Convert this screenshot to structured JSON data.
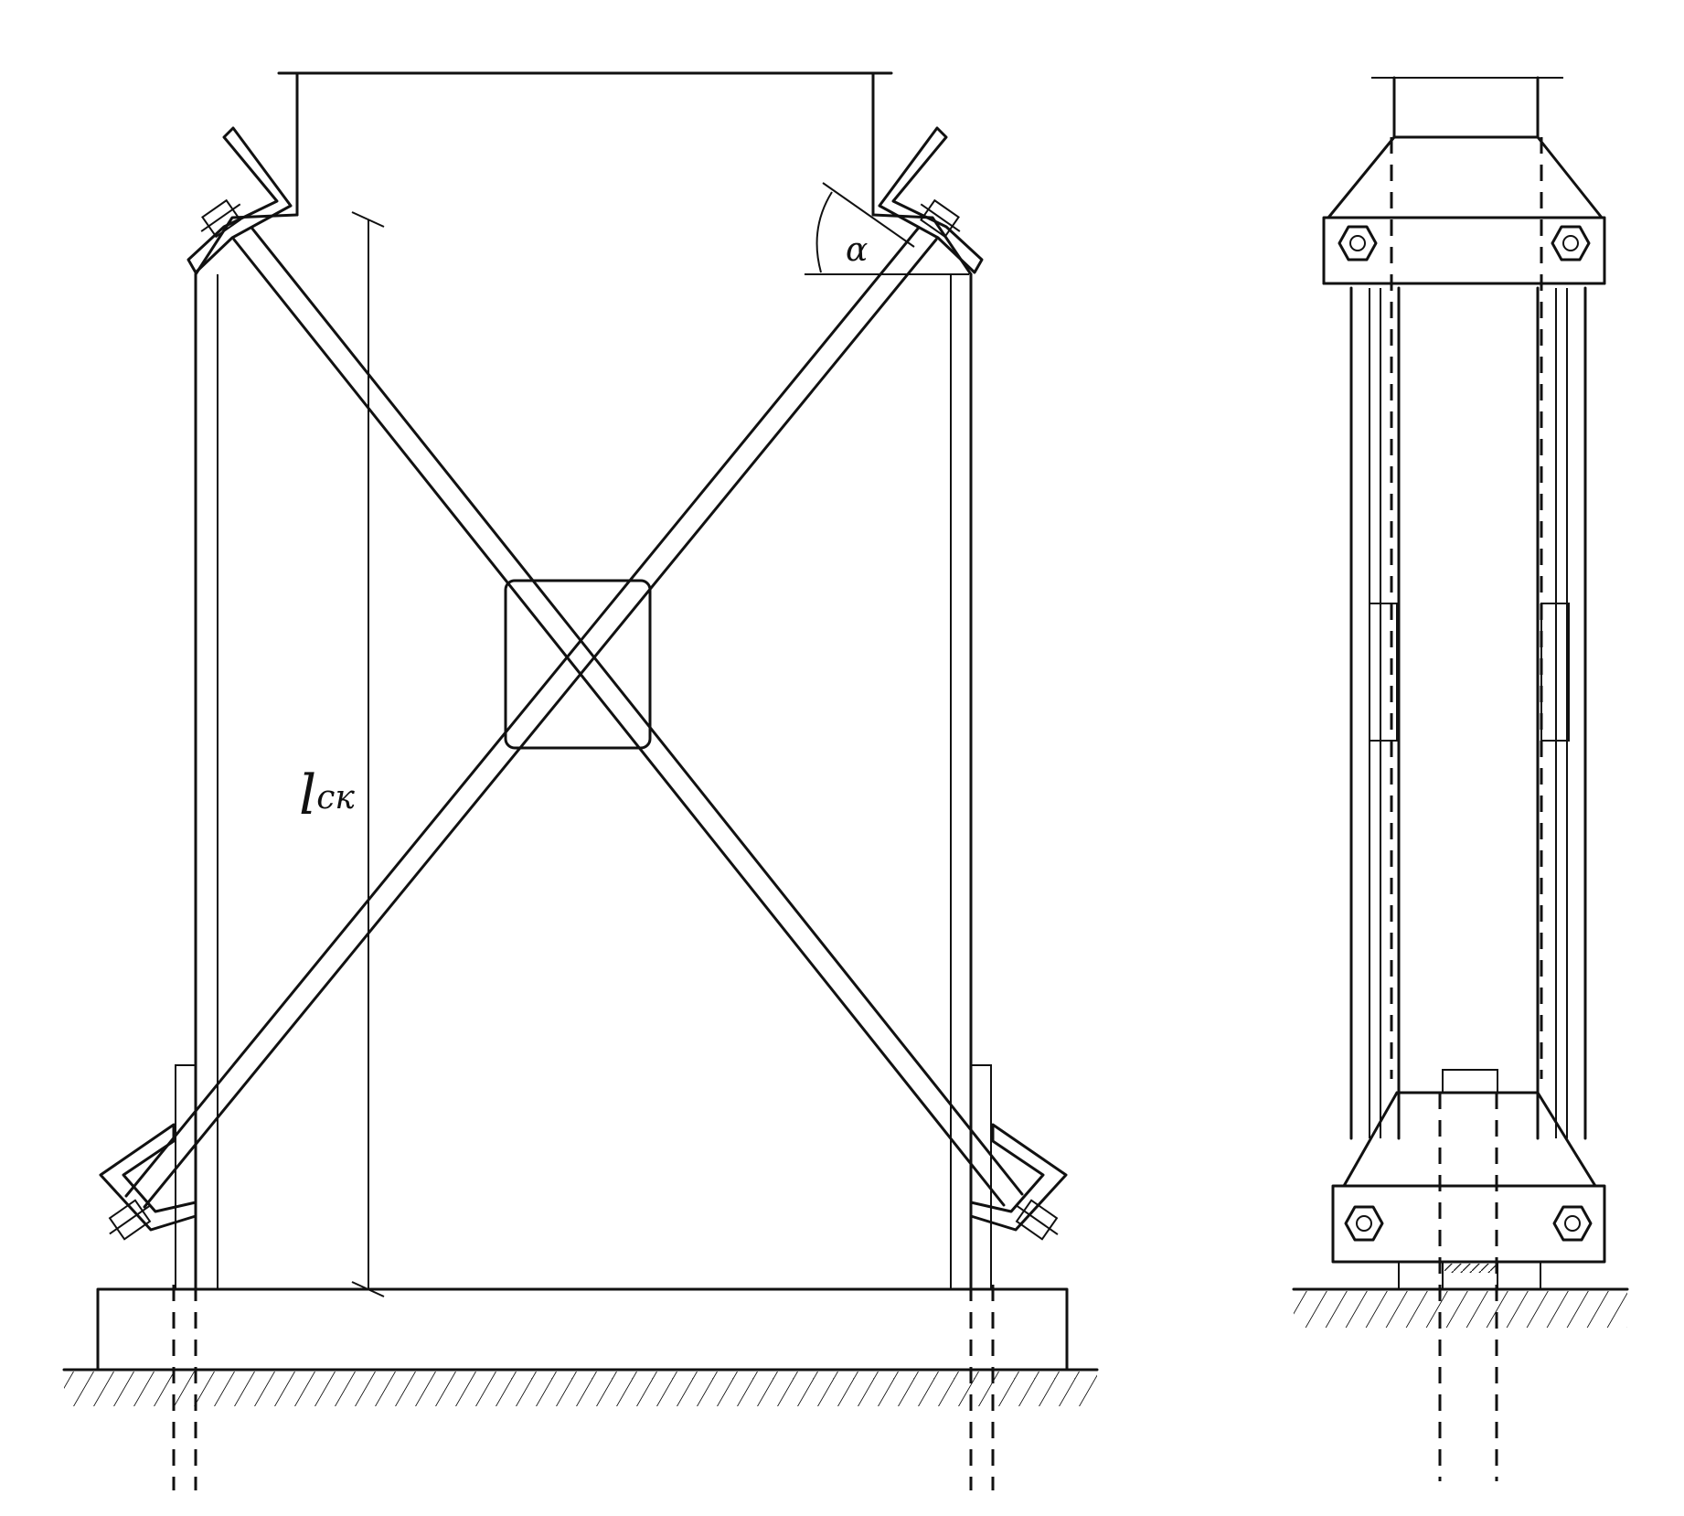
{
  "front_view": {
    "length_label_main": "l",
    "length_label_sub": "ск",
    "angle_label": "α"
  },
  "side_view": {}
}
